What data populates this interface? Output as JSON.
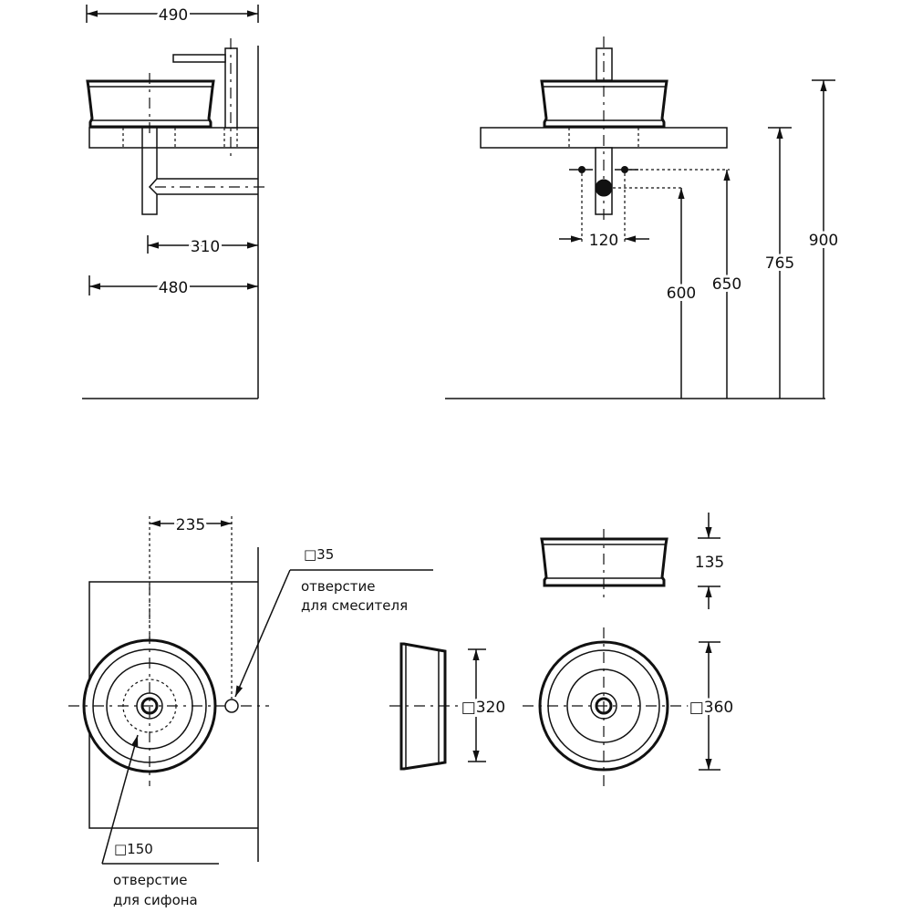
{
  "side_view": {
    "dim_width_total": "490",
    "dim_drain_offset": "310",
    "dim_counter_depth": "480"
  },
  "front_view": {
    "dim_mount_spacing": "120",
    "dim_siphon_height": "600",
    "dim_mount_height": "650",
    "dim_counter_height": "765",
    "dim_basin_top_height": "900"
  },
  "plan_view": {
    "dim_mixer_offset": "235",
    "mixer_hole": {
      "diameter": "□35",
      "label_line1": "отверстие",
      "label_line2": "для смесителя"
    },
    "siphon_hole": {
      "diameter": "□150",
      "label_line1": "отверстие",
      "label_line2": "для сифона"
    }
  },
  "basin_details": {
    "dim_height": "135",
    "dim_bottom_diameter": "□320",
    "dim_top_diameter": "□360"
  },
  "colors": {
    "line": "#111111",
    "background": "#ffffff"
  }
}
